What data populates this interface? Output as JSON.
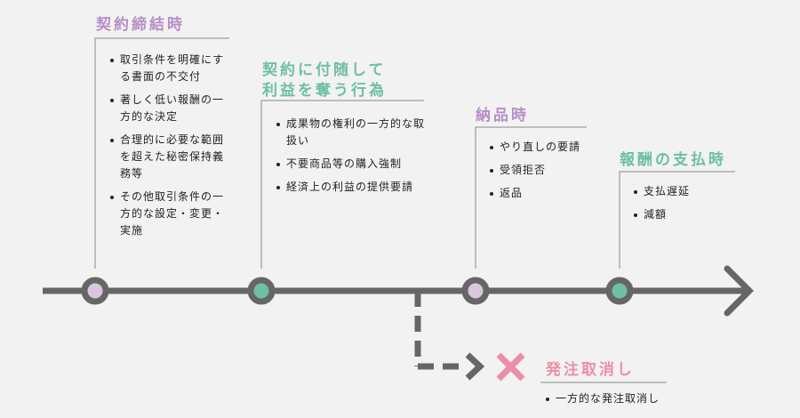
{
  "colors": {
    "line": "#666666",
    "purple": "#b78fc4",
    "green": "#6dbfa6",
    "pink": "#ec8ea5",
    "node_purple_fill": "#d9c6df",
    "node_green_fill": "#6dbfa6"
  },
  "stages": [
    {
      "title": "契約締結時",
      "items": [
        "取引条件を明確にする書面の不交付",
        "著しく低い報酬の一方的な決定",
        "合理的に必要な範囲を超えた秘密保持義務等",
        "その他取引条件の一方的な設定・変更・実施"
      ]
    },
    {
      "title_line1": "契約に付随して",
      "title_line2": "利益を奪う行為",
      "items": [
        "成果物の権利の一方的な取扱い",
        "不要商品等の購入強制",
        "経済上の利益の提供要請"
      ]
    },
    {
      "title": "納品時",
      "items": [
        "やり直しの要請",
        "受領拒否",
        "返品"
      ]
    },
    {
      "title": "報酬の支払時",
      "items": [
        "支払遅延",
        "減額"
      ]
    }
  ],
  "cancel": {
    "icon": "cross-mark-icon",
    "title": "発注取消し",
    "items": [
      "一方的な発注取消し"
    ]
  }
}
